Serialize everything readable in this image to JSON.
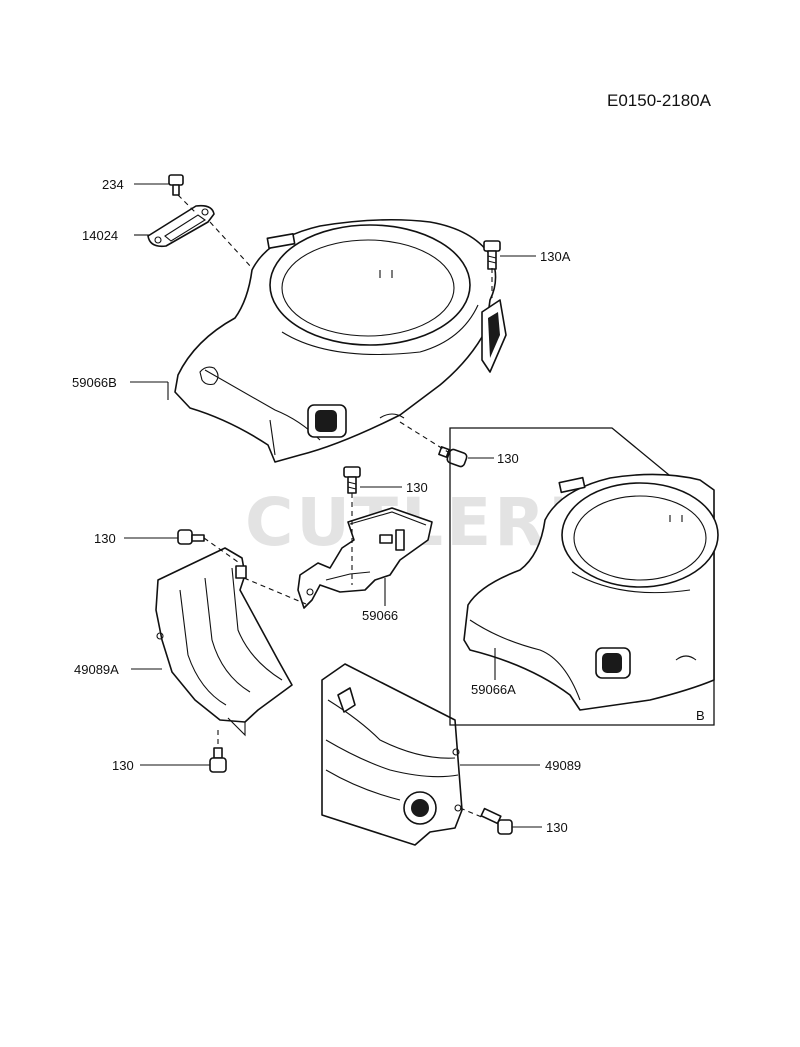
{
  "diagram_code": "E0150-2180A",
  "watermark": "CUTLER'S",
  "labels": {
    "p234": "234",
    "p14024": "14024",
    "p130A": "130A",
    "p59066B": "59066B",
    "p130_cover": "130",
    "p130_bracket": "130",
    "p130_left": "130",
    "p59066": "59066",
    "p49089A": "49089A",
    "p130_bottom": "130",
    "p49089": "49089",
    "p130_right": "130",
    "p59066A": "59066A",
    "inset_letter": "B"
  }
}
